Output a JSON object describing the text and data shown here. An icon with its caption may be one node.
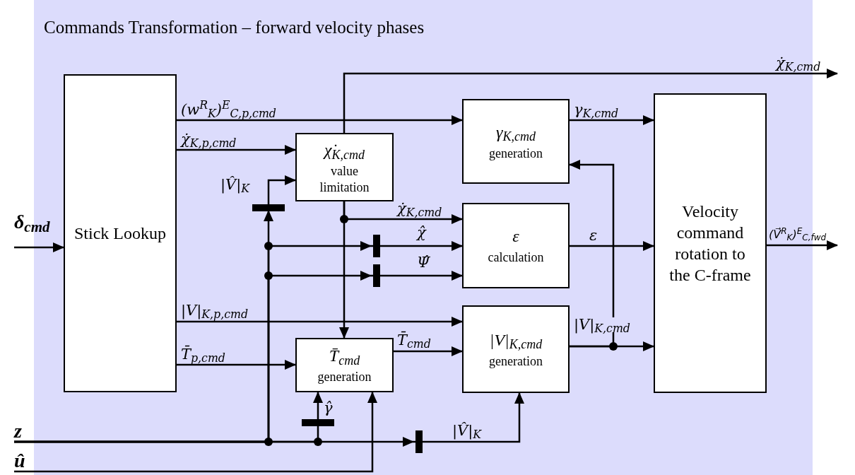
{
  "diagram": {
    "title": "Commands Transformation – forward velocity phases",
    "nodes": [
      {
        "text": [
          "Stick Lookup"
        ]
      },
      {
        "text": [
          "χ̇$_{K,cmd}$",
          "value limitation"
        ]
      },
      {
        "text": [
          "γ$_{K,cmd}$",
          "generation"
        ]
      },
      {
        "text": [
          "ε",
          "calculation"
        ]
      },
      {
        "text": [
          "|V|$_{K,cmd}$",
          "generation"
        ]
      },
      {
        "text": [
          "T̄$_{cmd}$",
          "generation"
        ]
      },
      {
        "text": [
          "Velocity command rotation to the C-frame"
        ]
      },
      {
        "text": [
          "δ$_{cmd}$"
        ]
      },
      {
        "text": [
          "z"
        ]
      },
      {
        "text": [
          "û"
        ]
      }
    ],
    "edges": [
      {
        "from": 7,
        "to": 0,
        "arrow": "to"
      },
      {
        "from": 0,
        "to": 2,
        "arrow": "to",
        "label": "(w$^{R}$$_{K}$)$^{E}$$_{C,p,cmd}$"
      },
      {
        "from": 0,
        "to": 1,
        "arrow": "to",
        "label": "χ̇$_{K,p,cmd}$"
      },
      {
        "from": 1,
        "to": null,
        "arrow": "to",
        "label": "χ̇$_{K,cmd}$"
      },
      {
        "from": 1,
        "to": 3,
        "arrow": "to",
        "label": "χ̇$_{K,cmd}$"
      },
      {
        "from": 1,
        "to": 5,
        "arrow": "to"
      },
      {
        "from": 2,
        "to": 6,
        "arrow": "to",
        "label": "γ$_{K,cmd}$"
      },
      {
        "from": 3,
        "to": 6,
        "arrow": "to",
        "label": "ε"
      },
      {
        "from": 4,
        "to": 6,
        "arrow": "to",
        "label": "|V|$_{K,cmd}$"
      },
      {
        "from": 4,
        "to": 2,
        "arrow": "to"
      },
      {
        "from": 5,
        "to": 4,
        "arrow": "to",
        "label": "T̄$_{cmd}$"
      },
      {
        "from": 0,
        "to": 4,
        "arrow": "to",
        "label": "|V|$_{K,p,cmd}$"
      },
      {
        "from": 0,
        "to": 5,
        "arrow": "to",
        "label": "T̄$_{p,cmd}$"
      },
      {
        "from": 8,
        "to": 1,
        "arrow": "to",
        "label": "|V̂|$_{K}$"
      },
      {
        "from": 8,
        "to": 3,
        "arrow": "to",
        "label": "χ̂"
      },
      {
        "from": 8,
        "to": 3,
        "arrow": "to",
        "label": "Ψ̂"
      },
      {
        "from": 8,
        "to": 5,
        "arrow": "to",
        "label": "γ̂"
      },
      {
        "from": 8,
        "to": 4,
        "arrow": "to",
        "label": "|V̂|$_{K}$"
      },
      {
        "from": 9,
        "to": 5,
        "arrow": "to"
      },
      {
        "from": 6,
        "to": null,
        "arrow": "to",
        "label": "(V⃗$^{R}$$_{K}$)$^{E}$$_{C,fwd}$"
      }
    ]
  }
}
